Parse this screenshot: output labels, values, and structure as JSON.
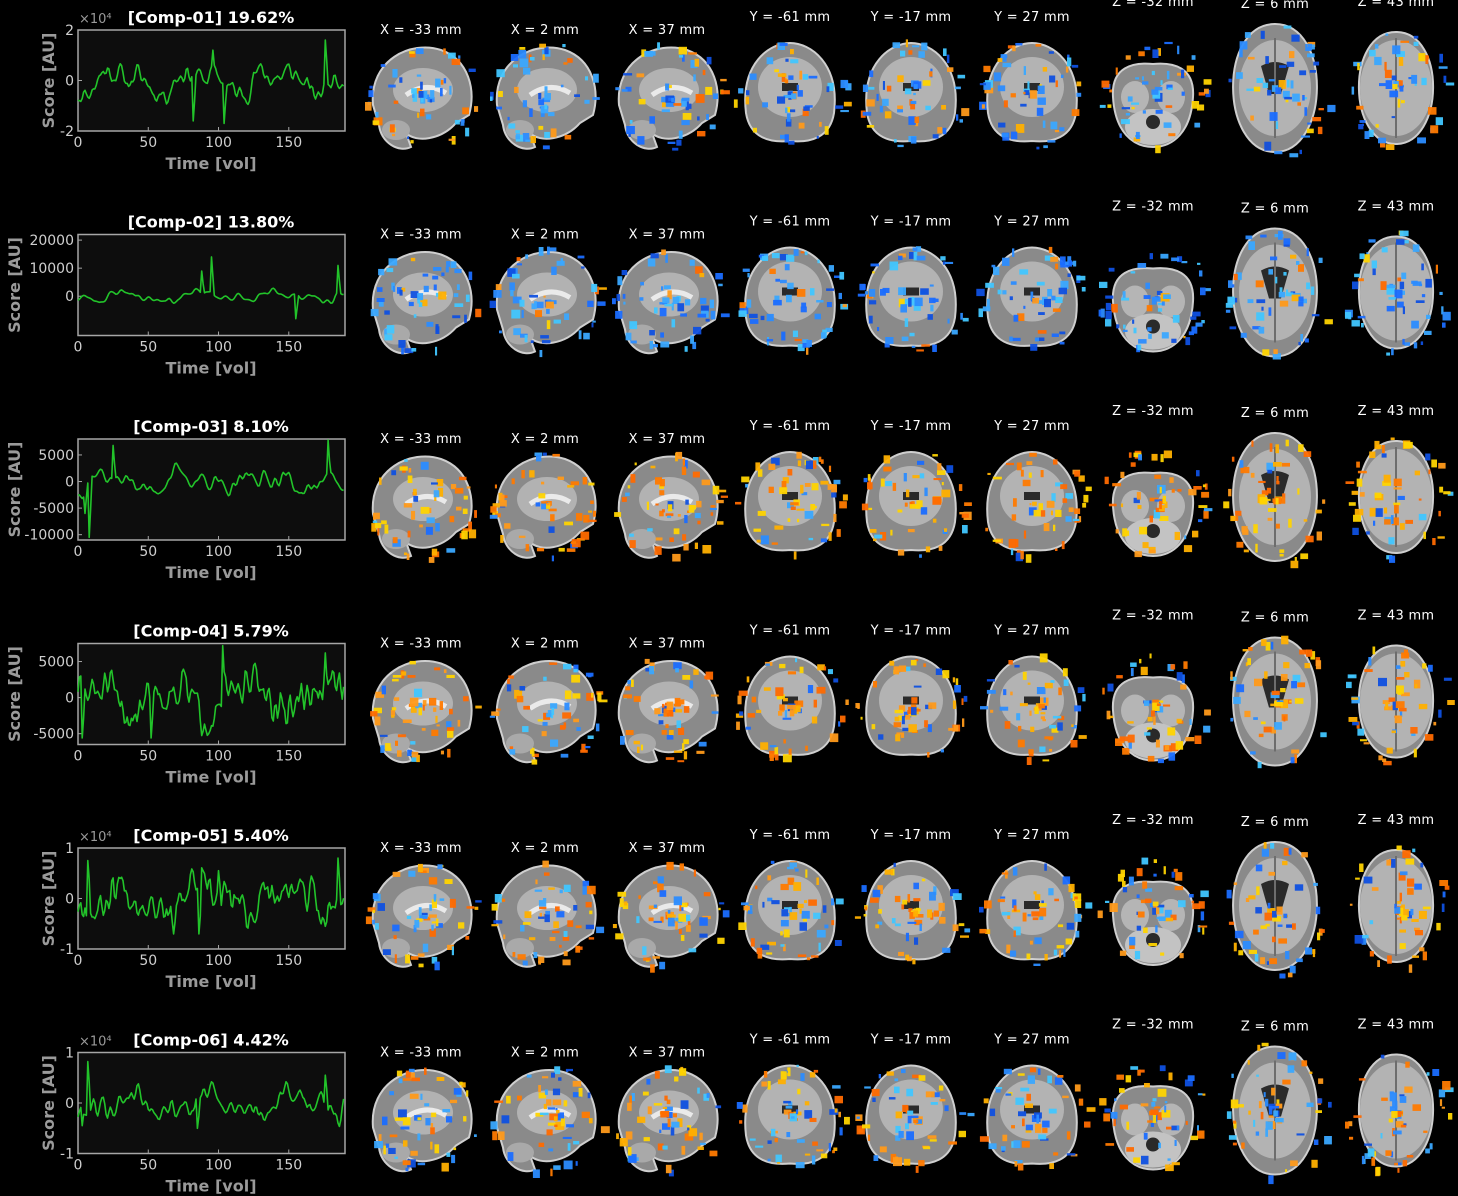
{
  "colors": {
    "background": "#000000",
    "axes_bg": "#0d0d0d",
    "axes_edge": "#a6a6a6",
    "trace": "#22c32a",
    "text": "#ffffff",
    "axis_text": "#9a9a9a",
    "positive_map": "#ff9a1a",
    "negative_map": "#2b8cff"
  },
  "slice_labels": [
    "X = -33 mm",
    "X = 2 mm",
    "X = 37 mm",
    "Y = -61 mm",
    "Y = -17 mm",
    "Y = 27 mm",
    "Z = -32 mm",
    "Z = 6 mm",
    "Z = 43 mm"
  ],
  "chart_data": [
    {
      "type": "line",
      "title": "[Comp-01] 19.62%",
      "xlabel": "Time [vol]",
      "ylabel": "Score [AU]",
      "exponent": "×10⁴",
      "xlim": [
        0,
        190
      ],
      "ylim": [
        -2,
        2
      ],
      "xticks": [
        "0",
        "50",
        "100",
        "150"
      ],
      "yticks": [
        "2",
        "0",
        "-2"
      ],
      "ytick_values": [
        2,
        0,
        -2
      ],
      "n_points": 190,
      "seed": 11,
      "amp": 0.7,
      "smooth": 2,
      "spikes": [
        [
          82,
          -1.6
        ],
        [
          104,
          -1.7
        ],
        [
          176,
          1.6
        ],
        [
          96,
          1.2
        ]
      ]
    },
    {
      "type": "line",
      "title": "[Comp-02] 13.80%",
      "xlabel": "Time [vol]",
      "ylabel": "Score [AU]",
      "exponent": "",
      "xlim": [
        0,
        190
      ],
      "ylim": [
        -14000,
        22000
      ],
      "xticks": [
        "0",
        "50",
        "100",
        "150"
      ],
      "yticks": [
        "20000",
        "10000",
        "0"
      ],
      "ytick_values": [
        20000,
        10000,
        0
      ],
      "n_points": 190,
      "seed": 23,
      "amp": 2500,
      "smooth": 4,
      "spikes": [
        [
          95,
          14000
        ],
        [
          88,
          9000
        ],
        [
          155,
          -8000
        ],
        [
          185,
          11000
        ]
      ]
    },
    {
      "type": "line",
      "title": "[Comp-03] 8.10%",
      "xlabel": "Time [vol]",
      "ylabel": "Score [AU]",
      "exponent": "",
      "xlim": [
        0,
        190
      ],
      "ylim": [
        -11000,
        8000
      ],
      "xticks": [
        "0",
        "50",
        "100",
        "150"
      ],
      "yticks": [
        "5000",
        "0",
        "-5000",
        "-10000"
      ],
      "ytick_values": [
        5000,
        0,
        -5000,
        -10000
      ],
      "n_points": 190,
      "seed": 37,
      "amp": 2600,
      "smooth": 3,
      "spikes": [
        [
          8,
          -10500
        ],
        [
          25,
          6800
        ],
        [
          178,
          7800
        ],
        [
          5,
          -6000
        ]
      ]
    },
    {
      "type": "line",
      "title": "[Comp-04] 5.79%",
      "xlabel": "Time [vol]",
      "ylabel": "Score [AU]",
      "exponent": "",
      "xlim": [
        0,
        190
      ],
      "ylim": [
        -6500,
        7500
      ],
      "xticks": [
        "0",
        "50",
        "100",
        "150"
      ],
      "yticks": [
        "5000",
        "0",
        "-5000"
      ],
      "ytick_values": [
        5000,
        0,
        -5000
      ],
      "n_points": 190,
      "seed": 51,
      "amp": 3200,
      "smooth": 1,
      "spikes": [
        [
          103,
          7200
        ],
        [
          176,
          6200
        ],
        [
          3,
          -5600
        ],
        [
          52,
          -5600
        ]
      ]
    },
    {
      "type": "line",
      "title": "[Comp-05] 5.40%",
      "xlabel": "Time [vol]",
      "ylabel": "Score [AU]",
      "exponent": "×10⁴",
      "xlim": [
        0,
        190
      ],
      "ylim": [
        -1,
        1
      ],
      "xticks": [
        "0",
        "50",
        "100",
        "150"
      ],
      "yticks": [
        "1",
        "0",
        "-1"
      ],
      "ytick_values": [
        1,
        0,
        -1
      ],
      "n_points": 190,
      "seed": 67,
      "amp": 0.42,
      "smooth": 1,
      "spikes": [
        [
          7,
          0.75
        ],
        [
          86,
          -0.7
        ],
        [
          185,
          0.8
        ],
        [
          100,
          0.55
        ]
      ]
    },
    {
      "type": "line",
      "title": "[Comp-06] 4.42%",
      "xlabel": "Time [vol]",
      "ylabel": "Score [AU]",
      "exponent": "×10⁴",
      "xlim": [
        0,
        190
      ],
      "ylim": [
        -1,
        1
      ],
      "xticks": [
        "0",
        "50",
        "100",
        "150"
      ],
      "yticks": [
        "1",
        "0",
        "-1"
      ],
      "ytick_values": [
        1,
        0,
        -1
      ],
      "n_points": 190,
      "seed": 79,
      "amp": 0.32,
      "smooth": 2,
      "spikes": [
        [
          7,
          0.82
        ],
        [
          3,
          -0.45
        ],
        [
          176,
          0.55
        ],
        [
          85,
          -0.5
        ]
      ]
    }
  ]
}
